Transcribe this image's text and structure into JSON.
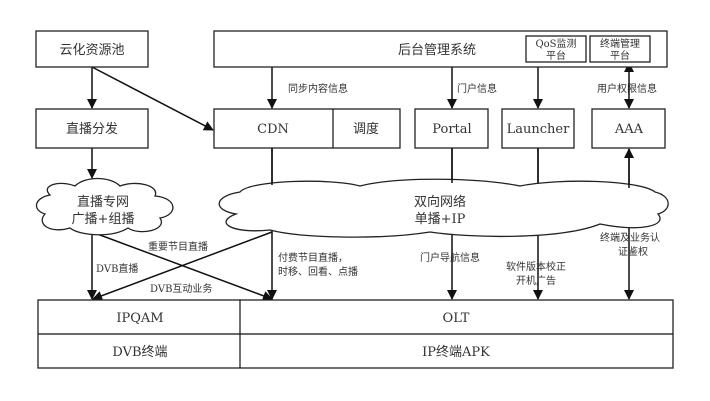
{
  "nodes": {
    "cloud_pool": "云化资源池",
    "backend": "后台管理系统",
    "qos": [
      "QoS监测",
      "平台"
    ],
    "terminal_mgmt": [
      "终端管理",
      "平台"
    ],
    "live_dist": "直播分发",
    "cdn": "CDN",
    "schedule": "调度",
    "portal": "Portal",
    "launcher": "Launcher",
    "aaa": "AAA",
    "live_net": [
      "直播专网",
      "广播+组播"
    ],
    "bi_net": [
      "双向网络",
      "单播+IP"
    ],
    "ipqam": "IPQAM",
    "olt": "OLT",
    "dvb_terminal": "DVB终端",
    "ip_terminal": "IP终端APK"
  },
  "labels": {
    "sync": "同步内容信息",
    "portal_info": "门户信息",
    "user_rights": "用户权限信息",
    "important_live": "重要节目直播",
    "dvb_live": "DVB直播",
    "dvb_interactive": "DVB互动业务",
    "paid": [
      "付费节目直播，",
      "时移、回看、点播"
    ],
    "portal_nav": "门户导航信息",
    "software": [
      "软件版本校正",
      "开机广告"
    ],
    "auth": [
      "终端及业务认",
      "证鉴权"
    ]
  }
}
